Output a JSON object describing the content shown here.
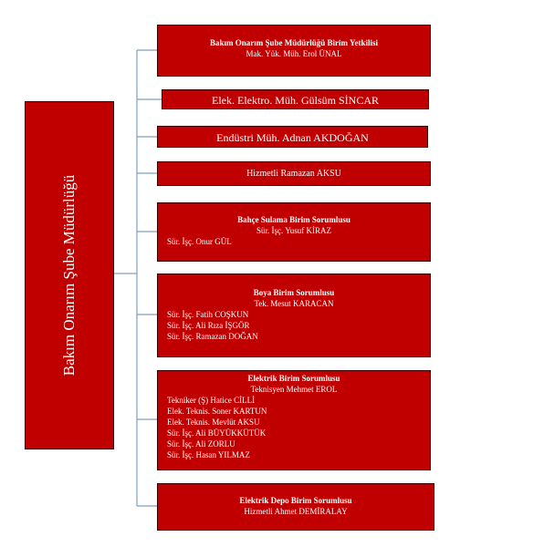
{
  "main_unit": "Bakım Onarım Şube Müdürlüğü",
  "boxes": [
    {
      "title": "Bakım Onarım Şube Müdürlüğü Birim Yetkilisi",
      "lines": [
        "Mak. Yük. Müh. Erol ÜNAL"
      ]
    },
    {
      "title": "",
      "lines": [
        "Elek. Elektro. Müh. Gülsüm SİNCAR"
      ]
    },
    {
      "title": "",
      "lines": [
        "Endüstri Müh. Adnan AKDOĞAN"
      ]
    },
    {
      "title": "",
      "lines": [
        "Hizmetli Ramazan AKSU"
      ]
    },
    {
      "title": "Bahçe Sulama Birim Sorumlusu",
      "lines": [
        "Sür. İşç. Yusuf KİRAZ",
        "Sür. İşç. Onur GÜL"
      ]
    },
    {
      "title": "Boya Birim Sorumlusu",
      "lines": [
        "Tek. Mesut KARACAN",
        "Sür. İşç. Fatih COŞKUN",
        "Sür. İşç. Ali Rıza İŞGÖR",
        "Sür. İşç. Ramazan DOĞAN"
      ]
    },
    {
      "title": "Elektrik Birim Sorumlusu",
      "lines": [
        "Teknisyen Mehmet EROL",
        "Tekniker (Ş) Hatice CİLLİ",
        "Elek. Teknis. Soner KARTUN",
        "Elek. Teknis. Mevlüt AKSU",
        "Sür. İşç. Ali BÜYÜKKÜTÜK",
        "Sür. İşç. Ali ZORLU",
        "Sür. İşç. Hasan YILMAZ"
      ]
    },
    {
      "title": "Elektrik Depo Birim Sorumlusu",
      "lines": [
        "Hizmetli Ahmet DEMİRALAY"
      ]
    }
  ],
  "colors": {
    "box_fill": "#c00000",
    "box_border": "#3a0000",
    "connector": "#7f9fc0",
    "text": "#ffffff"
  }
}
